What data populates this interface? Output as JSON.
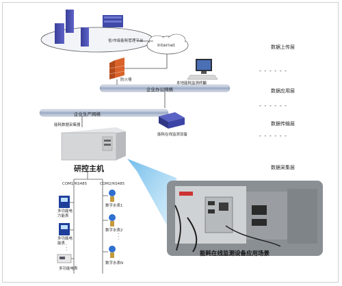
{
  "layers": {
    "upload": "数据上传层",
    "application": "数据应用层",
    "transport": "数据传输层",
    "collection": "数据采集层"
  },
  "separator": "- - - - - -",
  "platform_label": "省/市级能耗管理平台",
  "internet_label": "Internet",
  "firewall_label": "防火墙",
  "monitor_terminal_label": "本地能耗监测终端",
  "office_network_label": "企业办公网络",
  "production_network_label": "企业生产网络",
  "collector_label": "能耗数据采集器",
  "monitoring_device_label": "能耗在线监测设备",
  "host_label": "研控主机",
  "bus_left": "COM1/RS485",
  "bus_right": "COM2/RS485",
  "meters_left": [
    "多功能电力能表",
    "多功能电能表",
    "多功能电表"
  ],
  "meters_right": [
    "数字水表1",
    "数字水表2",
    "数字水表N"
  ],
  "dots": "·\n·\n·",
  "scene_caption": "能耗在线监测设备应用场景"
}
